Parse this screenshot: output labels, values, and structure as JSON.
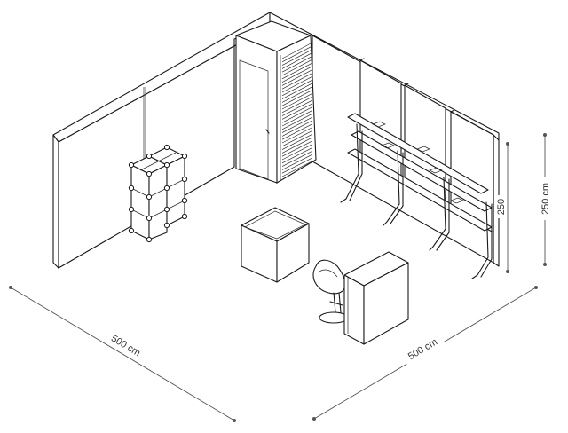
{
  "dimensions": {
    "left_width": "500 cm",
    "right_width": "500 cm",
    "height_outer": "250 cm",
    "height_inner": "250"
  },
  "colors": {
    "line": "#1a1a1a",
    "dimension_line": "#555555",
    "background": "#ffffff"
  }
}
